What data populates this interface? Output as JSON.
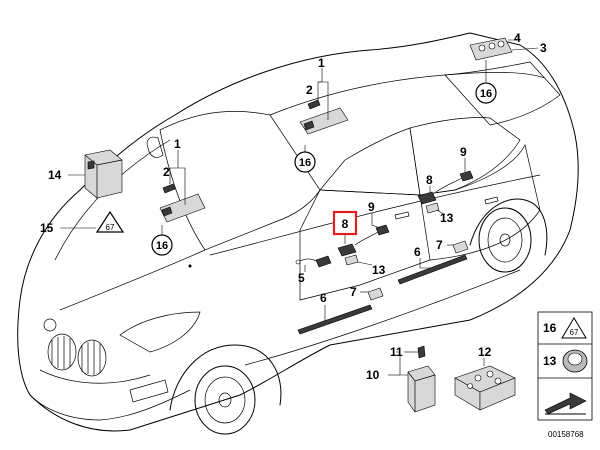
{
  "diagram": {
    "reference_number": "00158768",
    "callouts": [
      {
        "id": "c1a",
        "label": "1"
      },
      {
        "id": "c2a",
        "label": "2"
      },
      {
        "id": "c1b",
        "label": "1"
      },
      {
        "id": "c2b",
        "label": "2"
      },
      {
        "id": "c4",
        "label": "4"
      },
      {
        "id": "c3",
        "label": "3"
      },
      {
        "id": "c14",
        "label": "14"
      },
      {
        "id": "c15",
        "label": "15"
      },
      {
        "id": "c8a",
        "label": "8"
      },
      {
        "id": "c9a",
        "label": "9"
      },
      {
        "id": "c8b",
        "label": "8"
      },
      {
        "id": "c9b",
        "label": "9"
      },
      {
        "id": "c13a",
        "label": "13"
      },
      {
        "id": "c13b",
        "label": "13"
      },
      {
        "id": "c5",
        "label": "5"
      },
      {
        "id": "c6a",
        "label": "6"
      },
      {
        "id": "c6b",
        "label": "6"
      },
      {
        "id": "c7a",
        "label": "7"
      },
      {
        "id": "c7b",
        "label": "7"
      },
      {
        "id": "c11",
        "label": "11"
      },
      {
        "id": "c10",
        "label": "10"
      },
      {
        "id": "c12",
        "label": "12"
      }
    ],
    "circled_callouts": [
      {
        "id": "k16a",
        "label": "16"
      },
      {
        "id": "k16b",
        "label": "16"
      },
      {
        "id": "k16c",
        "label": "16"
      }
    ],
    "highlighted_callout": {
      "label": "8",
      "color": "#e02020"
    },
    "legend": [
      {
        "id": "leg16",
        "label": "16"
      },
      {
        "id": "leg13",
        "label": "13"
      }
    ],
    "legend_badge_text": "67",
    "warning_badge_text": "67",
    "colors": {
      "line": "#000000",
      "background": "#ffffff",
      "highlight": "#e02020"
    }
  }
}
